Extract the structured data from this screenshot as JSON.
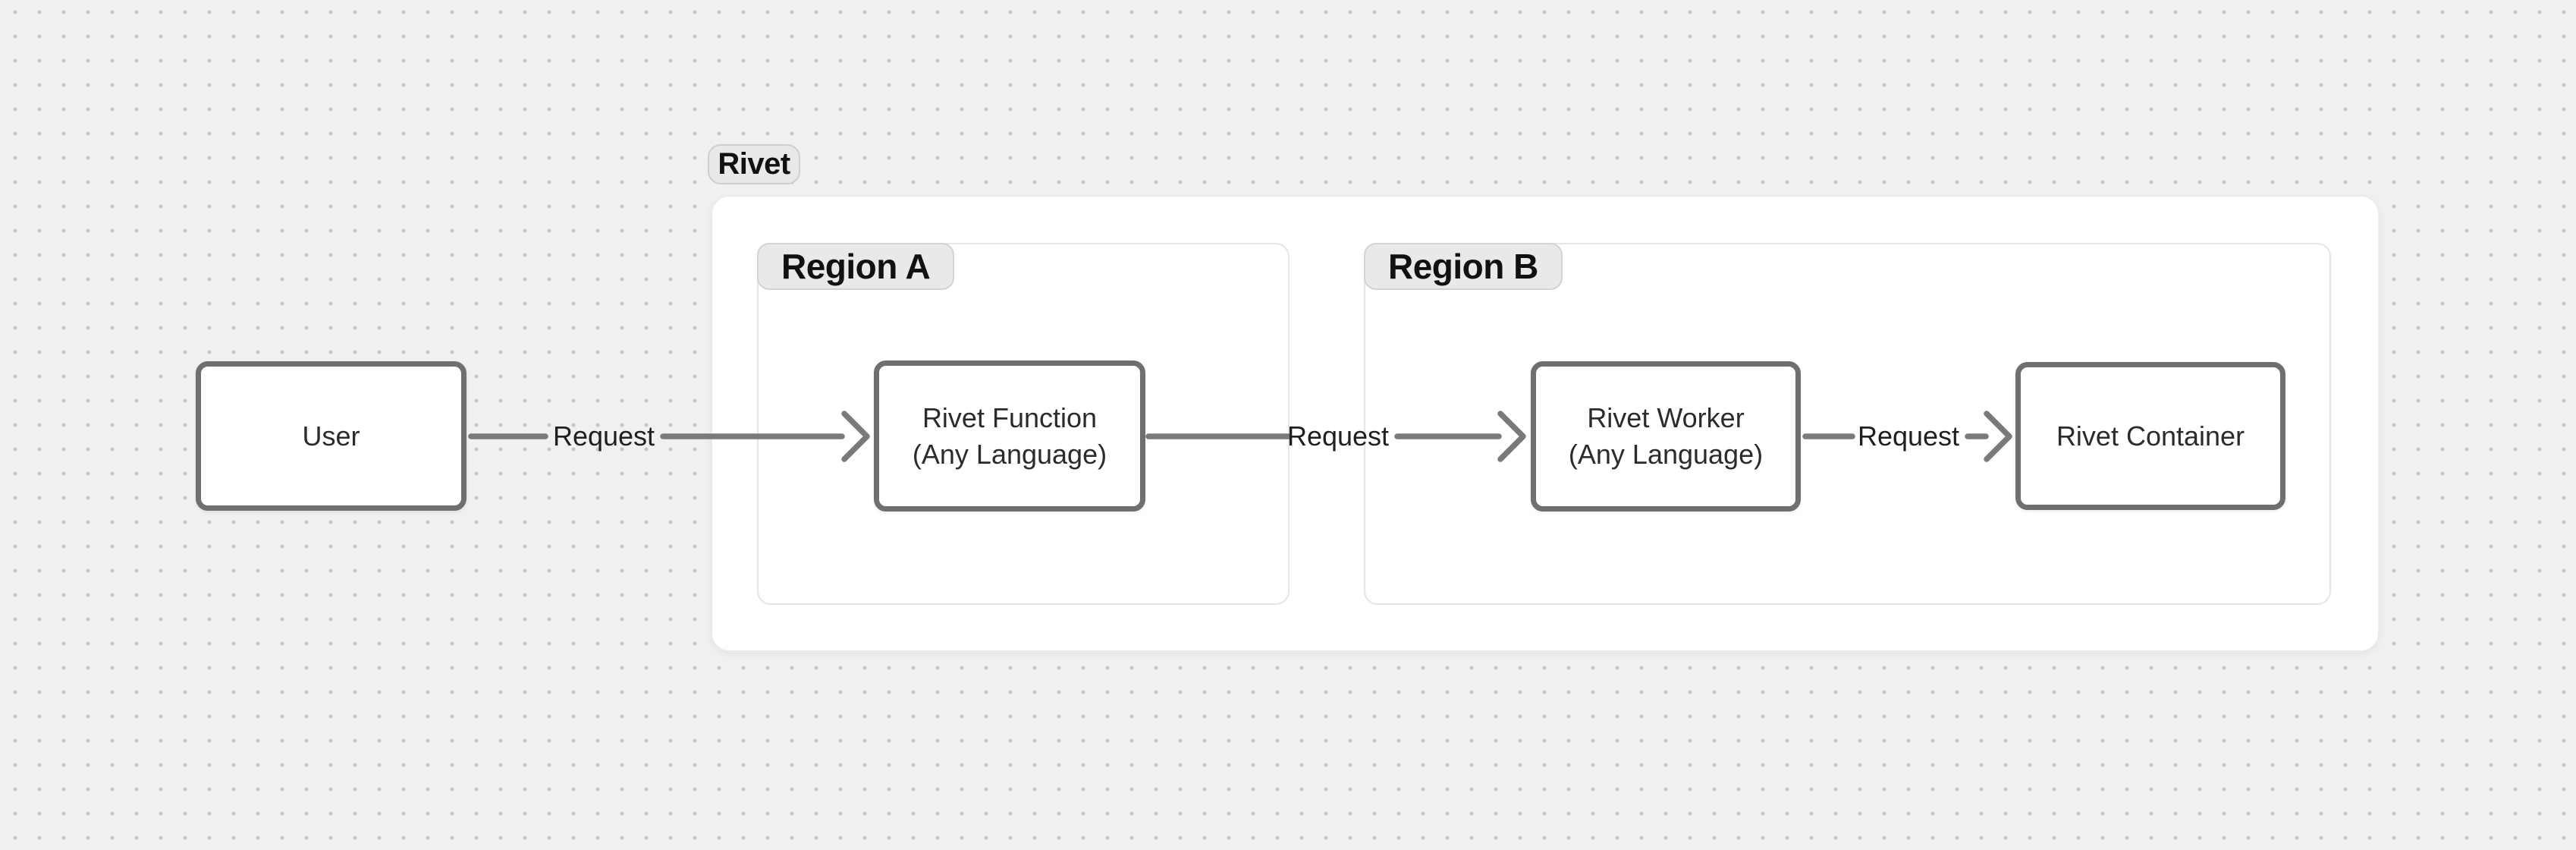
{
  "canvas": {
    "background_color": "#f0f0ee",
    "dot_color": "#c6c6c6"
  },
  "diagram": {
    "cluster": {
      "label": "Rivet"
    },
    "regions": [
      {
        "label": "Region A"
      },
      {
        "label": "Region B"
      }
    ],
    "nodes": [
      {
        "id": "user",
        "label": "User"
      },
      {
        "id": "rivet-function",
        "label": "Rivet Function",
        "sublabel": "(Any Language)"
      },
      {
        "id": "rivet-worker",
        "label": "Rivet Worker",
        "sublabel": "(Any Language)"
      },
      {
        "id": "rivet-container",
        "label": "Rivet Container"
      }
    ],
    "edges": [
      {
        "from": "user",
        "to": "rivet-function",
        "label": "Request"
      },
      {
        "from": "rivet-function",
        "to": "rivet-worker",
        "label": "Request"
      },
      {
        "from": "rivet-worker",
        "to": "rivet-container",
        "label": "Request"
      }
    ],
    "colors": {
      "node_border": "#6f6f6f",
      "arrow": "#7a7a7a",
      "badge_background": "#e9e9e9",
      "badge_border": "#d3d3d3",
      "region_border": "#e5e5e5",
      "cluster_border": "#ebebeb",
      "text": "#2b2b2b"
    }
  }
}
